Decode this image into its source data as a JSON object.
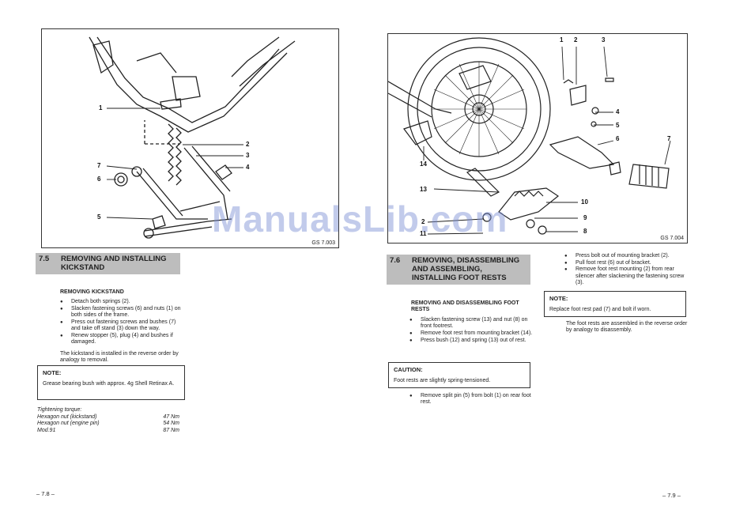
{
  "left_page": {
    "figure": {
      "ref": "GS 7.003",
      "callouts": [
        "1",
        "2",
        "3",
        "4",
        "5",
        "6",
        "7"
      ]
    },
    "section": {
      "number": "7.5",
      "title": "REMOVING AND INSTALLING KICKSTAND"
    },
    "subheading": "REMOVING KICKSTAND",
    "bullets": [
      "Detach both springs (2).",
      "Slacken fastening screws (6) and nuts (1) on both sides of the frame.",
      "Press out fastening screws and bushes (7) and take off stand (3) down the way.",
      "Renew stopper (5), plug (4) and bushes if damaged."
    ],
    "install_note": "The kickstand is installed in the reverse order by analogy to removal.",
    "note": {
      "title": "NOTE:",
      "text": "Grease bearing bush with approx. 4g Shell Retinax A."
    },
    "torque": {
      "heading": "Tightening torque:",
      "rows": [
        {
          "label": "Hexagon nut (kickstand)",
          "value": "47 Nm"
        },
        {
          "label": "Hexagon nut (engine pin)",
          "value": "54 Nm"
        },
        {
          "label": "Mod.91",
          "value": "87 Nm"
        }
      ]
    },
    "page_number": "– 7.8 –"
  },
  "right_page": {
    "figure": {
      "ref": "GS 7.004",
      "callouts": [
        "1",
        "2",
        "3",
        "4",
        "5",
        "6",
        "7",
        "8",
        "9",
        "10",
        "11",
        "13",
        "14"
      ]
    },
    "section": {
      "number": "7.6",
      "title": "REMOVING, DISASSEMBLING AND ASSEMBLING, INSTALLING FOOT RESTS"
    },
    "subheading": "REMOVING AND DISASSEMBLING FOOT RESTS",
    "bullets": [
      "Slacken fastening screw (13) and nut (8) on front footrest.",
      "Remove foot rest from mounting bracket (14).",
      "Press bush (12) and spring (13) out of rest."
    ],
    "caution": {
      "title": "CAUTION:",
      "text": "Foot rests are slightly spring-tensioned."
    },
    "bullets_after": [
      "Remove split pin (5) from bolt (1) on rear foot rest."
    ],
    "bullets_col2": [
      "Press bolt out of mounting bracket (2).",
      "Pull foot rest (6) out of bracket.",
      "Remove foot rest mounting (2) from rear silencer after slackening the fastening screw (3)."
    ],
    "note": {
      "title": "NOTE:",
      "text": "Replace foot rest pad (7) and bolt if worn."
    },
    "assembly_note": "The foot rests are assembled in the reverse order by analogy to disassembly.",
    "page_number": "– 7.9 –"
  },
  "watermark": "ManualsLib.com"
}
